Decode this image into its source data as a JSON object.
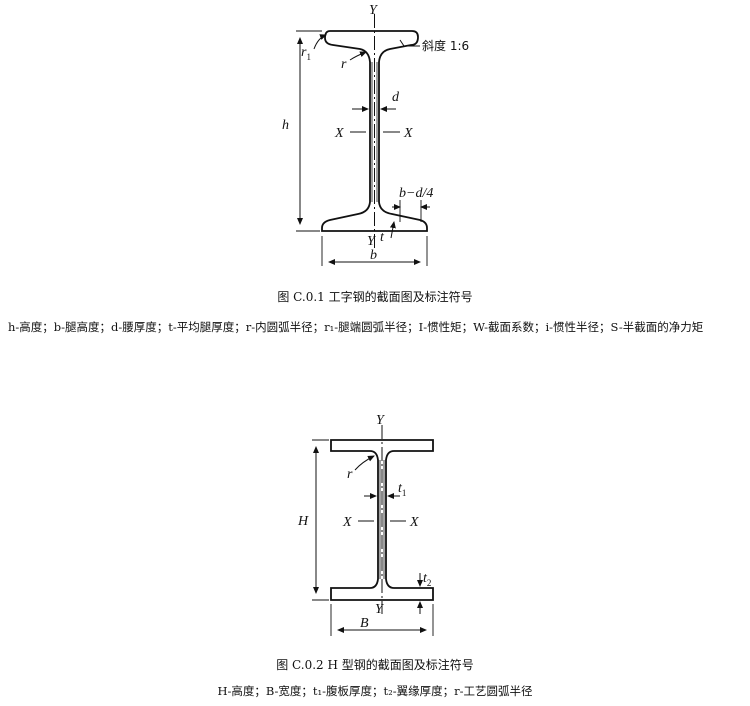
{
  "figure1": {
    "labels": {
      "y_top": "Y",
      "y_bottom": "Y",
      "x_left": "X",
      "x_right": "X",
      "r1": "r",
      "r1_sub": "1",
      "r": "r",
      "slope": "斜度 1:6",
      "d": "d",
      "h": "h",
      "b_d4": "b−d/4",
      "t": "t",
      "b": "b"
    },
    "caption": "图 C.0.1   工字钢的截面图及标注符号",
    "legend": "h-高度；b-腿高度；d-腰厚度；t-平均腿厚度；r-内圆弧半径；r₁-腿端圆弧半径；I-惯性矩；W-截面系数；i-惯性半径；S-半截面的净力矩"
  },
  "figure2": {
    "labels": {
      "y_top": "Y",
      "y_bottom": "Y",
      "x_left": "X",
      "x_right": "X",
      "r": "r",
      "t1": "t",
      "t1_sub": "1",
      "t2": "t",
      "t2_sub": "2",
      "H": "H",
      "B": "B"
    },
    "caption": "图 C.0.2   H 型钢的截面图及标注符号",
    "legend": "H-高度；B-宽度；t₁-腹板厚度；t₂-翼缘厚度；r-工艺圆弧半径"
  }
}
